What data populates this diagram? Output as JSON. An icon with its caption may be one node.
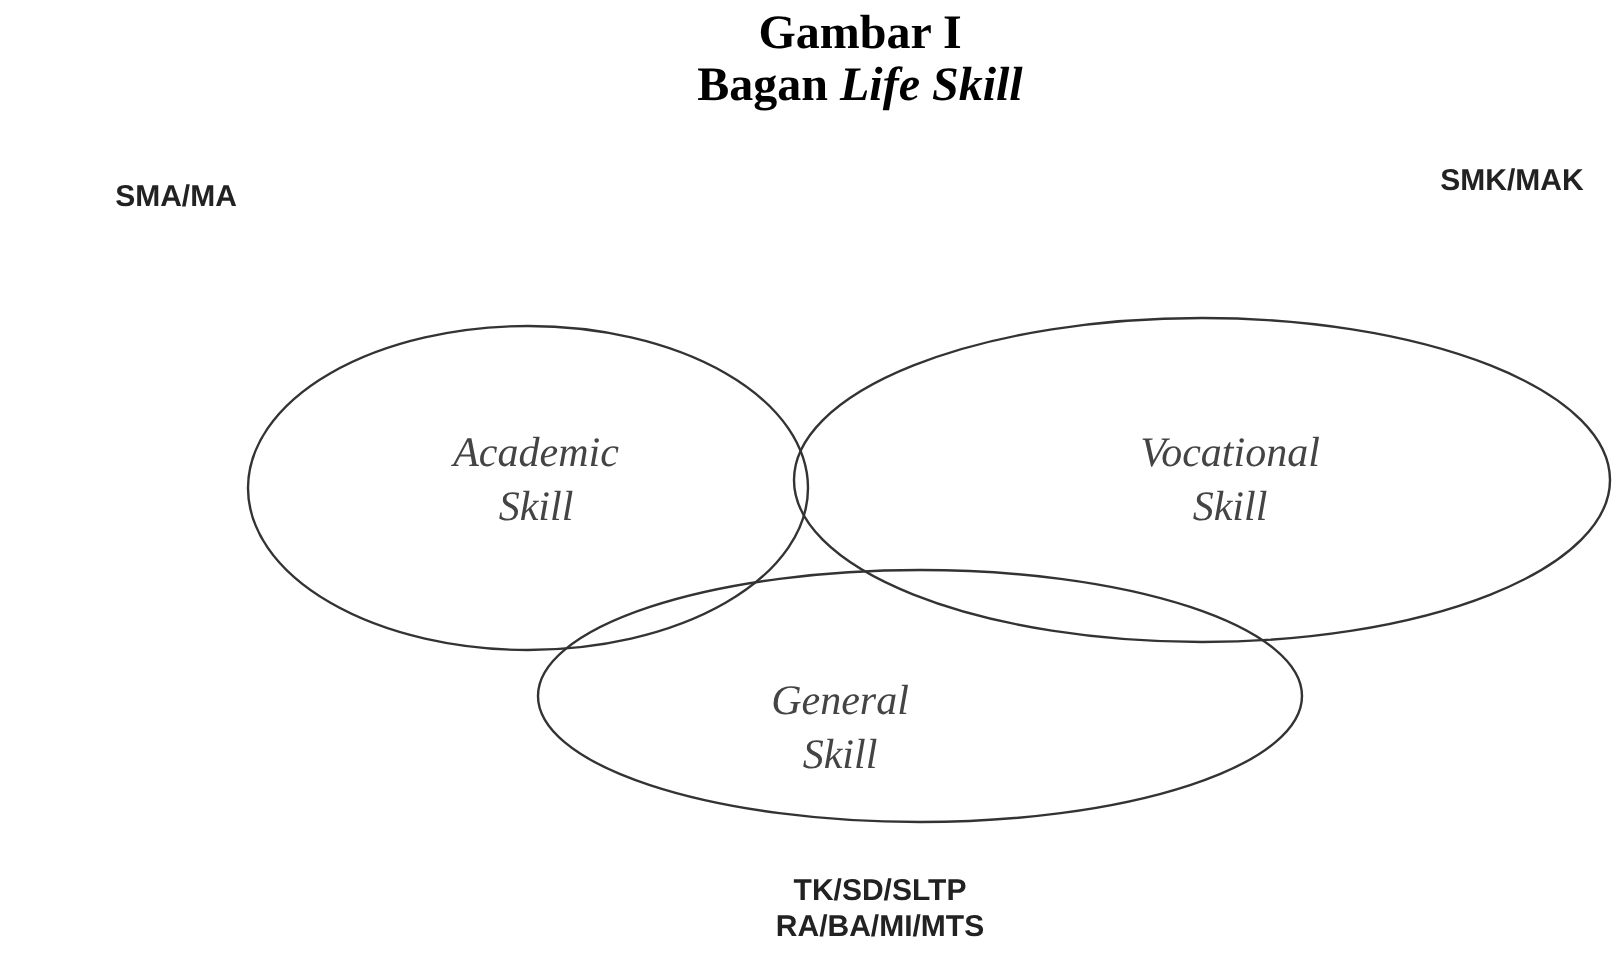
{
  "diagram": {
    "title": "Gambar I",
    "nodes": [
      {
        "text": [
          "Academic Skill"
        ]
      },
      {
        "text": [
          "Vocational Skill"
        ]
      },
      {
        "text": [
          "General Skill"
        ]
      }
    ],
    "labels": [
      "Bagan *Life Skill*",
      "SMA/MA",
      "SMK/MAK",
      "TK/SD/SLTP",
      "RA/BA/MI/MTS"
    ]
  }
}
